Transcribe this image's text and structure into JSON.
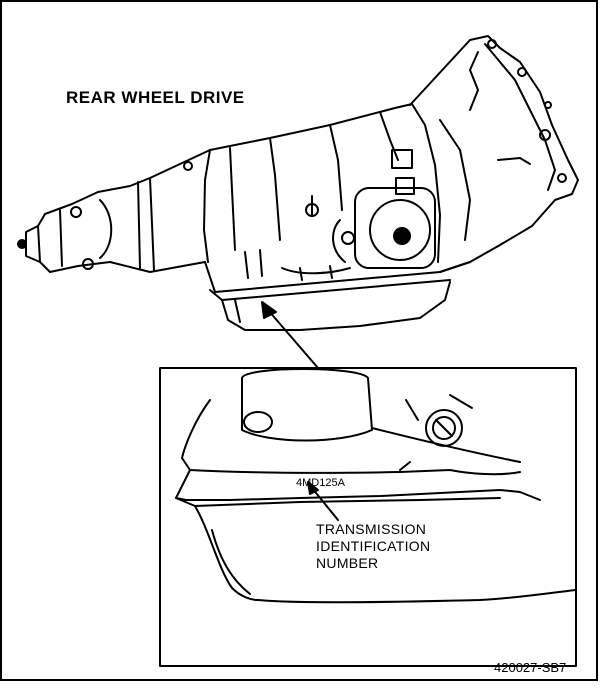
{
  "title": "REAR WHEEL DRIVE",
  "detail_inset": {
    "pan_code": "4MD125A",
    "callout_lines": [
      "TRANSMISSION",
      "IDENTIFICATION",
      "NUMBER"
    ]
  },
  "figure_code": "420027-SB7"
}
